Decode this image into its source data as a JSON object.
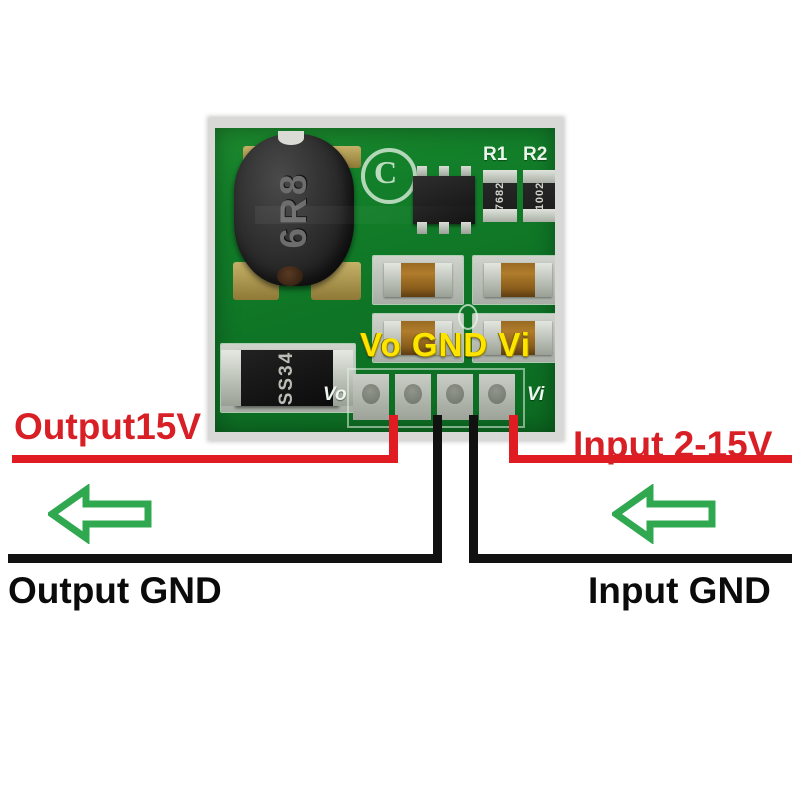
{
  "image": {
    "kind": "photo-annotation",
    "subject": "DC-DC boost converter module wiring diagram",
    "background_color": "#ffffff"
  },
  "board": {
    "substrate_color": "#0f7526",
    "silkscreen_color": "#e9f5e9",
    "components": {
      "inductor_marking": "6R8",
      "diode_marking": "SS34",
      "copyright_logo": "C",
      "resistor_labels": [
        "R1",
        "R2"
      ],
      "resistor_codes": [
        "7682",
        "1002"
      ],
      "pad_silk_left": "Vo",
      "pad_silk_right": "Vi"
    },
    "overlay_label": "Vo GND Vi"
  },
  "annotations": {
    "output_voltage": {
      "text": "Output15V",
      "color": "#d81f26"
    },
    "input_voltage": {
      "text": "Input 2-15V",
      "color": "#d81f26"
    },
    "output_ground": {
      "text": "Output GND",
      "color": "#0b0b0b"
    },
    "input_ground": {
      "text": "Input GND",
      "color": "#0b0b0b"
    }
  },
  "arrows": {
    "left_arrow_direction": "left",
    "right_arrow_direction": "left",
    "color": "#2fa84f"
  },
  "wires": {
    "red_color": "#e01b22",
    "black_color": "#111111",
    "count": 4,
    "order": [
      "red-output",
      "black-output-gnd",
      "black-input-gnd",
      "red-input"
    ]
  }
}
